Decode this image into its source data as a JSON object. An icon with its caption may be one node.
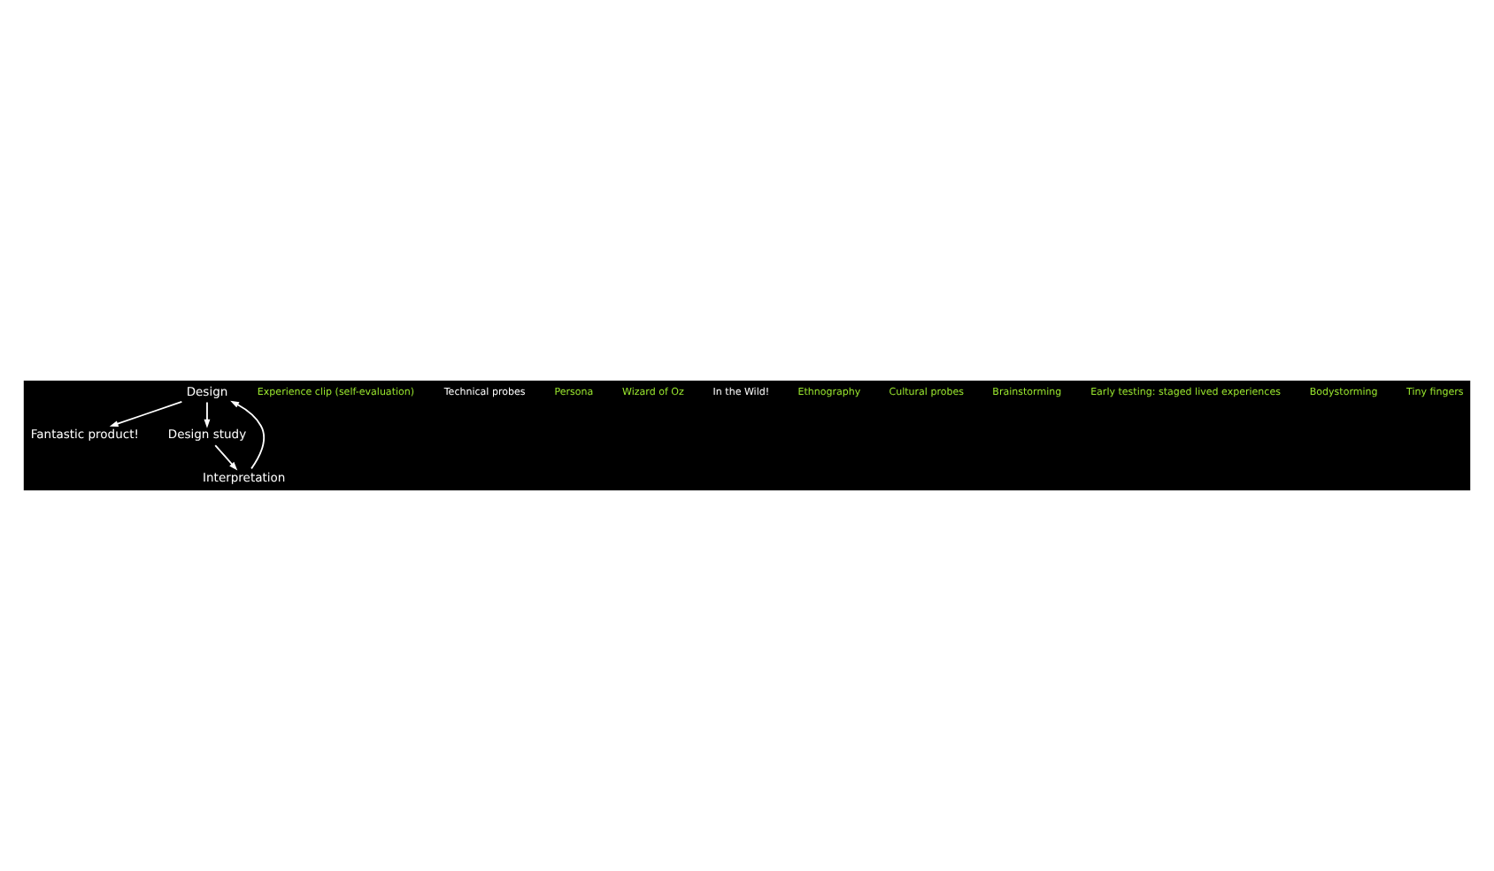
{
  "diagram": {
    "nodes": [
      {
        "text": [
          "Design"
        ]
      },
      {
        "text": [
          "Fantastic product!"
        ]
      },
      {
        "text": [
          "Design study"
        ]
      },
      {
        "text": [
          "Interpretation"
        ]
      }
    ],
    "edges": [
      {
        "from": 0,
        "to": 1,
        "arrow": "to"
      },
      {
        "from": 0,
        "to": 2,
        "arrow": "to"
      },
      {
        "from": 2,
        "to": 3,
        "arrow": "to"
      },
      {
        "from": 3,
        "to": 0,
        "arrow": "to"
      }
    ],
    "labels": [
      "Experience clip (self-evaluation)",
      "Technical probes",
      "Persona",
      "Wizard of Oz",
      "In the Wild!",
      "Ethnography",
      "Cultural probes",
      "Brainstorming",
      "Early testing: staged lived experiences",
      "Bodystorming",
      "Tiny fingers"
    ]
  }
}
